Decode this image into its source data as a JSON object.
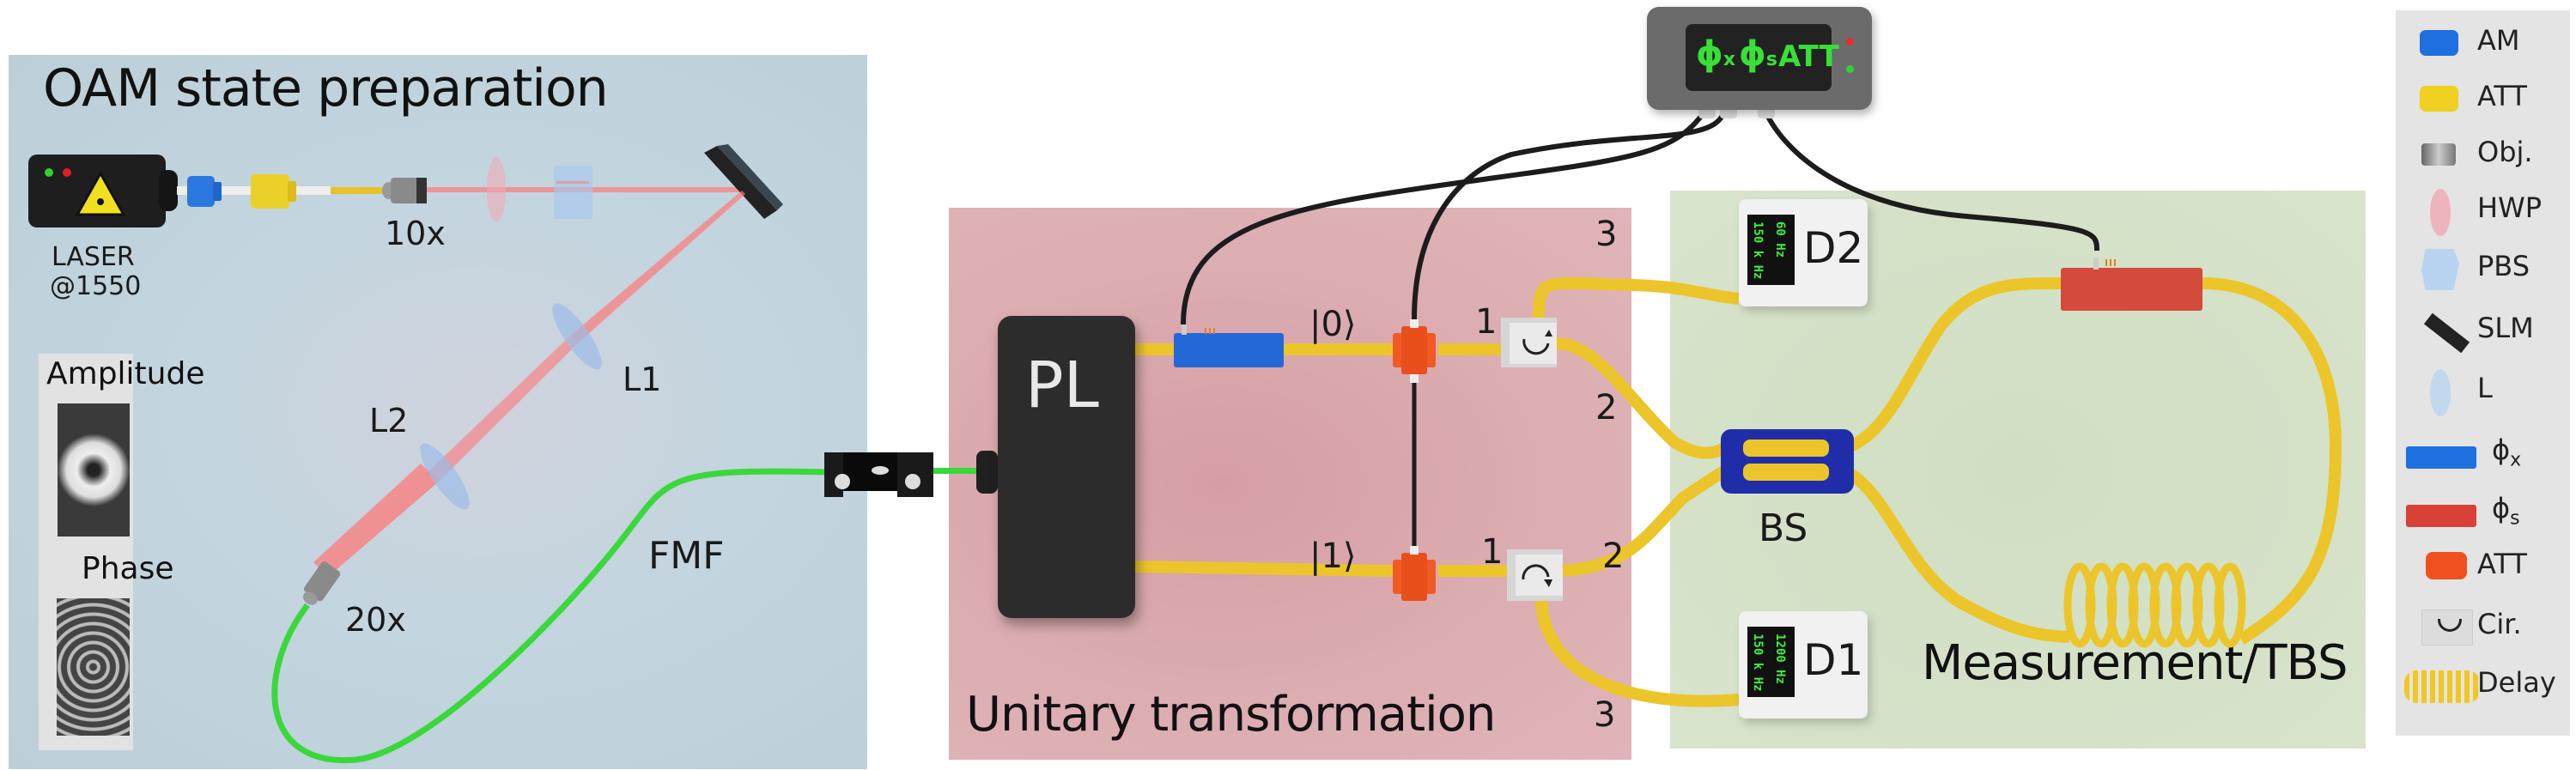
{
  "panels": {
    "oam": {
      "title": "OAM state preparation",
      "laser_label": "LASER",
      "laser_wavelength": "@1550",
      "objective_in": "10x",
      "objective_out": "20x",
      "lens1": "L1",
      "lens2": "L2",
      "fiber": "FMF",
      "inset_amplitude": "Amplitude",
      "inset_phase": "Phase"
    },
    "unitary": {
      "title": "Unitary transformation",
      "device": "PL",
      "state0": "|0⟩",
      "state1": "|1⟩",
      "port_upper_in": "1",
      "port_upper_2": "2",
      "port_upper_3": "3",
      "port_lower_in": "1",
      "port_lower_2": "2",
      "port_lower_3": "3"
    },
    "measurement": {
      "title": "Measurement/TBS",
      "beamsplitter": "BS",
      "detector_top": {
        "name": "D2",
        "line1": "150 k Hz",
        "line2": "60 Hz"
      },
      "detector_bottom": {
        "name": "D1",
        "line1": "150 k Hz",
        "line2": "1200 Hz"
      }
    }
  },
  "controller": {
    "phi_x": "ϕ",
    "phi_x_sub": "x",
    "phi_s": "ϕ",
    "phi_s_sub": "s",
    "att": "ATT",
    "led_top": "#e03030",
    "led_bottom": "#30d030"
  },
  "legend": [
    {
      "icon": "amplitude-modulator-icon",
      "label": "AM",
      "color": "#1e6fe0"
    },
    {
      "icon": "attenuator-icon",
      "label": "ATT",
      "color": "#f0d020"
    },
    {
      "icon": "objective-icon",
      "label": "Obj.",
      "color": "#888888"
    },
    {
      "icon": "half-wave-plate-icon",
      "label": "HWP",
      "color": "#f0a8b0"
    },
    {
      "icon": "polarizing-beam-splitter-icon",
      "label": "PBS",
      "color": "#b8d4f0"
    },
    {
      "icon": "slm-icon",
      "label": "SLM",
      "color": "#222222"
    },
    {
      "icon": "lens-icon",
      "label": "L",
      "color": "#b8d4f0"
    },
    {
      "icon": "phase-modulator-x-icon",
      "label": "ϕ",
      "sub": "x",
      "color": "#1e6fe0"
    },
    {
      "icon": "phase-modulator-s-icon",
      "label": "ϕ",
      "sub": "s",
      "color": "#d84038"
    },
    {
      "icon": "variable-attenuator-icon",
      "label": "ATT",
      "color": "#f05020"
    },
    {
      "icon": "circulator-icon",
      "label": "Cir.",
      "color": "#e0e0e0"
    },
    {
      "icon": "delay-coil-icon",
      "label": "Delay",
      "color": "#f0c820"
    }
  ],
  "colors": {
    "fiber_yellow": "#ecc52a",
    "fiber_green": "#3ad83a",
    "cable_black": "#222222",
    "beam_red": "#f58080",
    "am_blue": "#2468d8",
    "phase_red": "#d44a3c",
    "att_orange": "#f05a24",
    "bs_blue": "#1f2ea8"
  }
}
